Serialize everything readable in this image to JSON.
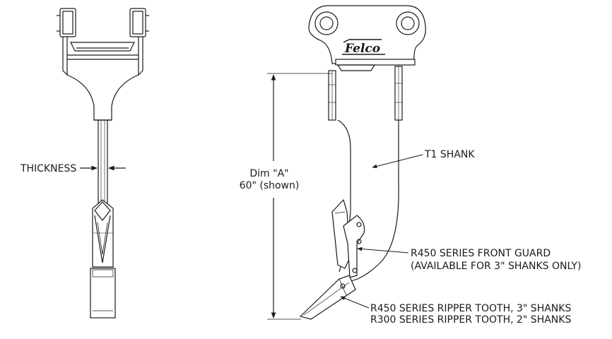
{
  "logo": {
    "text": "Felco"
  },
  "labels": {
    "thickness": "THICKNESS",
    "dim_a_line1": "Dim \"A\"",
    "dim_a_line2": "60\" (shown)",
    "t1_shank": "T1 SHANK",
    "front_guard_line1": "R450 SERIES FRONT GUARD",
    "front_guard_line2": "(AVAILABLE FOR 3\" SHANKS ONLY)",
    "ripper_tooth_line1": "R450 SERIES RIPPER TOOTH, 3\" SHANKS",
    "ripper_tooth_line2": "R300 SERIES RIPPER TOOTH, 2\" SHANKS"
  },
  "colors": {
    "line": "#1a1a1a",
    "shade": "#d9d9d9",
    "background": "#ffffff"
  }
}
